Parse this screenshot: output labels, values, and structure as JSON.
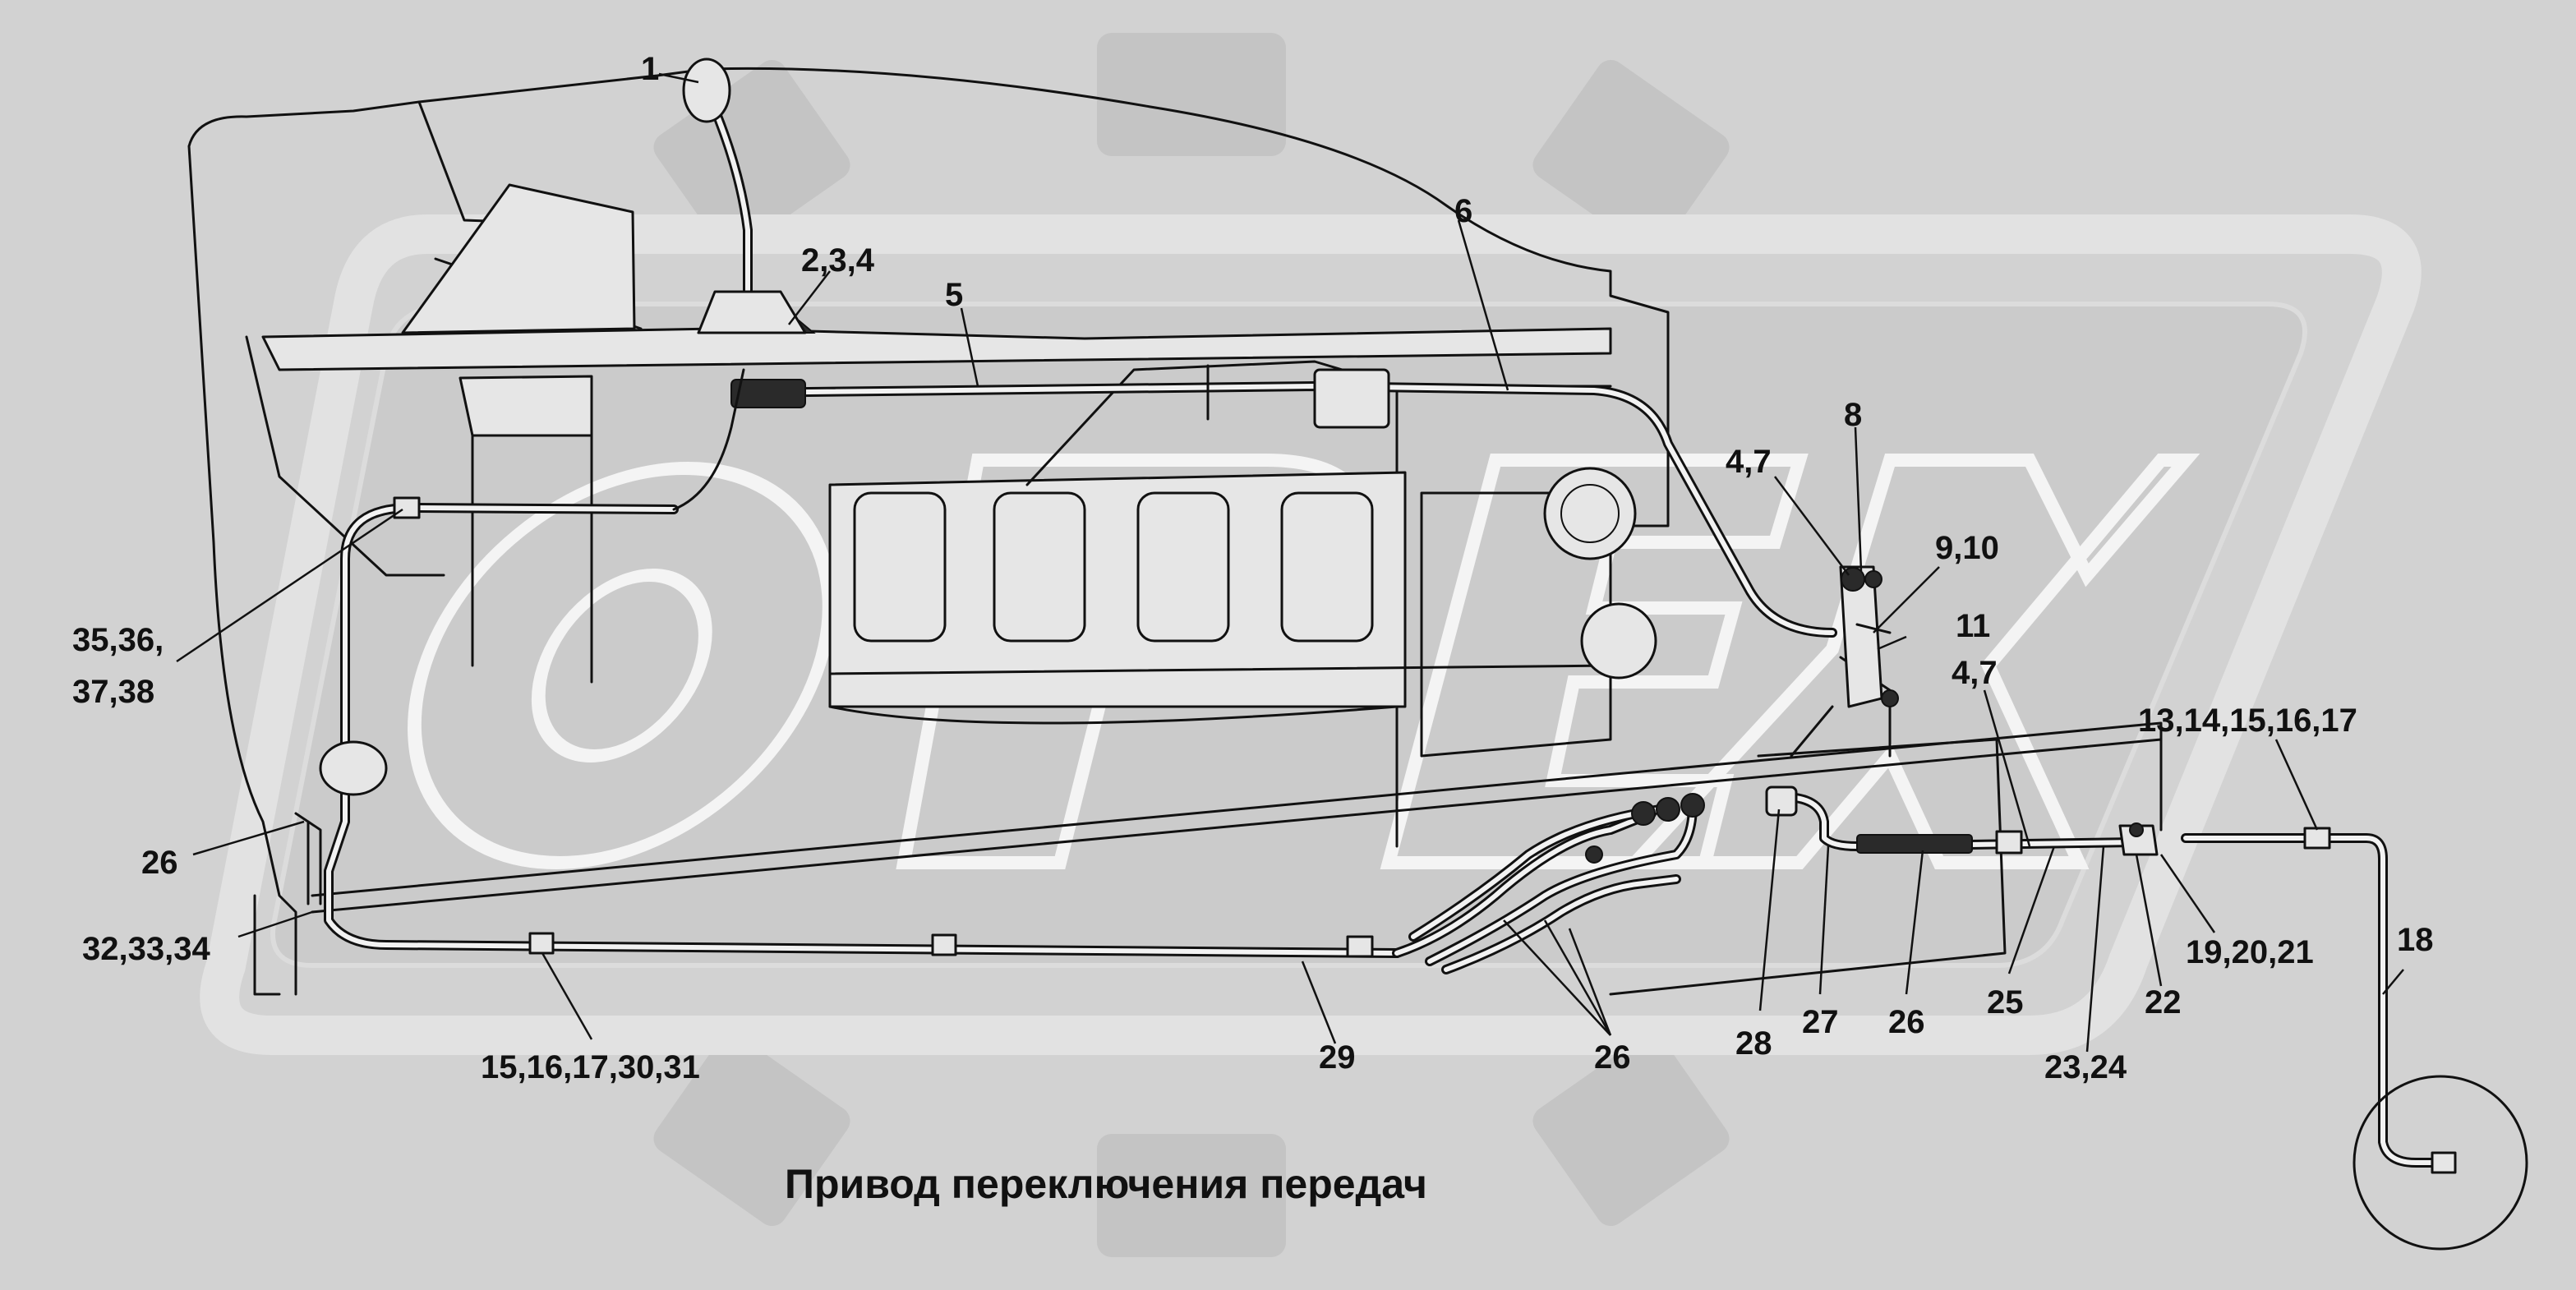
{
  "caption": "Привод переключения передач",
  "watermark": "OPEX",
  "colors": {
    "background": "#d2d2d2",
    "watermark_gear": "#c4c4c4",
    "watermark_band": "#e2e2e2",
    "ink": "#111111"
  },
  "callouts": [
    {
      "id": "1",
      "text": "1"
    },
    {
      "id": "2_3_4",
      "text": "2,3,4"
    },
    {
      "id": "5",
      "text": "5"
    },
    {
      "id": "6",
      "text": "6"
    },
    {
      "id": "8",
      "text": "8"
    },
    {
      "id": "4_7_top",
      "text": "4,7"
    },
    {
      "id": "9_10",
      "text": "9,10"
    },
    {
      "id": "11",
      "text": "11"
    },
    {
      "id": "4_7_bottom",
      "text": "4,7"
    },
    {
      "id": "13_17",
      "text": "13,14,15,16,17"
    },
    {
      "id": "35_36",
      "text": "35,36,"
    },
    {
      "id": "37_38",
      "text": "37,38"
    },
    {
      "id": "26_left",
      "text": "26"
    },
    {
      "id": "32_34",
      "text": "32,33,34"
    },
    {
      "id": "15_31",
      "text": "15,16,17,30,31"
    },
    {
      "id": "29",
      "text": "29"
    },
    {
      "id": "26_mid",
      "text": "26"
    },
    {
      "id": "28",
      "text": "28"
    },
    {
      "id": "27",
      "text": "27"
    },
    {
      "id": "26_right",
      "text": "26"
    },
    {
      "id": "25",
      "text": "25"
    },
    {
      "id": "23_24",
      "text": "23,24"
    },
    {
      "id": "22",
      "text": "22"
    },
    {
      "id": "19_21",
      "text": "19,20,21"
    },
    {
      "id": "18",
      "text": "18"
    }
  ]
}
